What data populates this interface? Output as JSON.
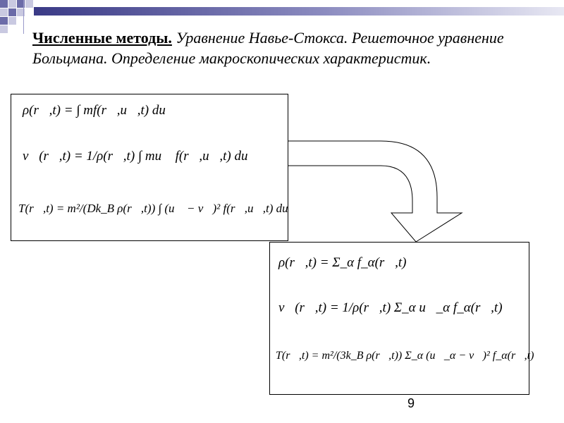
{
  "slide": {
    "title_lead": "Численные методы.",
    "title_rest": " Уравнение Навье-Стокса. Решеточное уравнение Больцмана. Определение макроскопических характеристик.",
    "page_number": "9"
  },
  "formulas_left": [
    "ρ(r⃗,t) = ∫ mf(r⃗,u⃗,t) du⃗",
    "v⃗(r⃗,t) = 1/ρ(r⃗,t) ∫ mu⃗ f(r⃗,u⃗,t) du⃗",
    "T(r⃗,t) = m²/(Dk_B ρ(r⃗,t)) ∫ (u⃗ − v⃗)² f(r⃗,u⃗,t) du⃗"
  ],
  "formulas_right": [
    "ρ(r⃗,t) = Σ_α f_α(r⃗,t)",
    "v⃗(r⃗,t) = 1/ρ(r⃗,t) Σ_α u⃗_α f_α(r⃗,t)",
    "T(r⃗,t) = m²/(3k_B ρ(r⃗,t)) Σ_α (u⃗_α − v⃗)² f_α(r⃗,t)"
  ],
  "colors": {
    "accent_dark": "#3a3a86",
    "accent_light": "#c9c9e1"
  }
}
